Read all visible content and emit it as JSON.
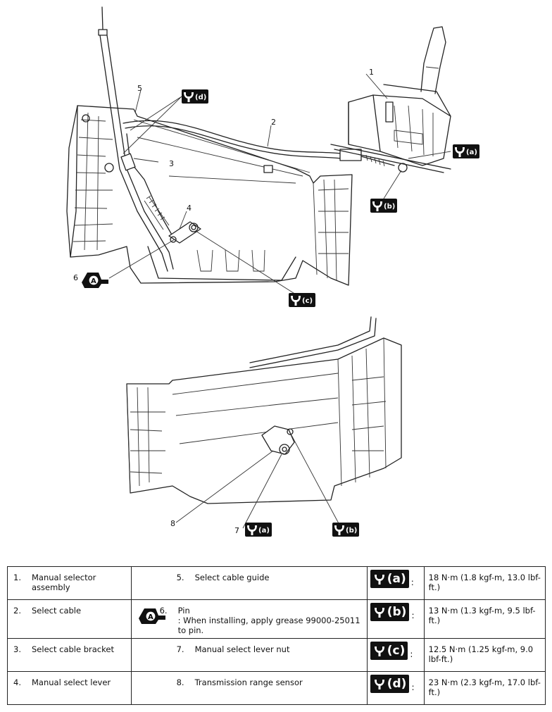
{
  "diagram": {
    "callouts": [
      "1",
      "2",
      "3",
      "4",
      "5",
      "6",
      "7",
      "8"
    ],
    "badges": [
      "(a)",
      "(b)",
      "(c)",
      "(d)"
    ]
  },
  "legend": {
    "rows": [
      {
        "left": {
          "num": "1.",
          "text": "Manual selector assembly"
        },
        "mid": {
          "num": "5.",
          "text": "Select cable guide",
          "note": ""
        },
        "torque": {
          "badge": "(a)",
          "value": "18 N·m (1.8 kgf-m, 13.0 lbf-ft.)"
        }
      },
      {
        "left": {
          "num": "2.",
          "text": "Select cable"
        },
        "mid": {
          "num": "6.",
          "text": "Pin",
          "note": ": When installing, apply grease 99000-25011 to pin."
        },
        "torque": {
          "badge": "(b)",
          "value": "13 N·m (1.3 kgf-m, 9.5 lbf-ft.)"
        }
      },
      {
        "left": {
          "num": "3.",
          "text": "Select cable bracket"
        },
        "mid": {
          "num": "7.",
          "text": "Manual select lever nut",
          "note": ""
        },
        "torque": {
          "badge": "(c)",
          "value": "12.5 N·m (1.25 kgf-m, 9.0 lbf-ft.)"
        }
      },
      {
        "left": {
          "num": "4.",
          "text": "Manual select lever"
        },
        "mid": {
          "num": "8.",
          "text": "Transmission range sensor",
          "note": ""
        },
        "torque": {
          "badge": "(d)",
          "value": "23 N·m (2.3 kgf-m, 17.0 lbf-ft.)"
        }
      }
    ],
    "grease_icon_letter": "A"
  }
}
